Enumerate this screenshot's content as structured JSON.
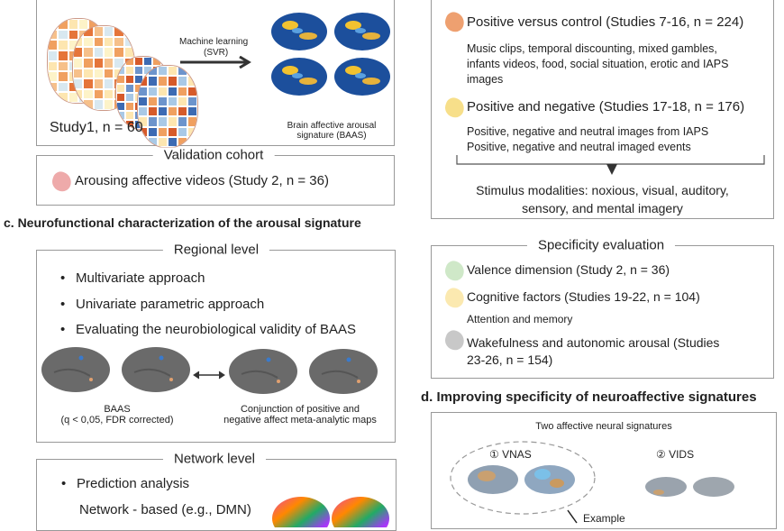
{
  "panel_b_top": {
    "ml_label": "Machine learning",
    "ml_sub": "(SVR)",
    "study": "Study1, n = 60",
    "baas_caption_1": "Brain affective arousal",
    "baas_caption_2": "signature (BAAS)"
  },
  "validation": {
    "title": "Validation cohort",
    "item": "Arousing affective videos (Study 2, n = 36)",
    "color": "#eeaaaa"
  },
  "generalization": {
    "items": [
      {
        "label": "Positive versus control (Studies 7-16, n = 224)",
        "color": "#eea070",
        "desc": [
          "Music clips, temporal discounting, mixed gambles,",
          "infants videos, food, social situation, erotic and IAPS",
          "images"
        ]
      },
      {
        "label": "Positive and negative (Studies 17-18, n = 176)",
        "color": "#f7df8a",
        "desc": [
          "Positive, negative and neutral images from IAPS",
          "Positive, negative and neutral imaged events"
        ]
      }
    ],
    "modalities": [
      "Stimulus modalities: noxious, visual, auditory,",
      "sensory, and mental imagery"
    ]
  },
  "panel_c": {
    "heading": "c.  Neurofunctional characterization of the arousal signature",
    "regional": {
      "title": "Regional level",
      "bullets": [
        "Multivariate approach",
        "Univariate parametric approach",
        "Evaluating the neurobiological validity of BAAS"
      ],
      "cap_left": [
        "BAAS",
        "(q < 0,05, FDR corrected)"
      ],
      "cap_right": [
        "Conjunction of positive and",
        "negative affect meta-analytic maps"
      ]
    },
    "network": {
      "title": "Network level",
      "bullet": "Prediction analysis",
      "sub": "Network - based (e.g., DMN)"
    }
  },
  "specificity": {
    "title": "Specificity evaluation",
    "items": [
      {
        "label": "Valence dimension (Study 2, n = 36)",
        "color": "#cfe8c8"
      },
      {
        "label": "Cognitive factors (Studies 19-22, n = 104)",
        "color": "#fbe9b0"
      },
      {
        "label": "Wakefulness and autonomic arousal (Studies",
        "label2": "23-26, n = 154)",
        "color": "#c8c8c8"
      }
    ],
    "note": "Attention and memory"
  },
  "panel_d": {
    "heading": "d.  Improving specificity of neuroaffective signatures",
    "subtitle": "Two affective neural signatures",
    "sig1": "① VNAS",
    "sig2": "② VIDS",
    "example": "Example"
  }
}
